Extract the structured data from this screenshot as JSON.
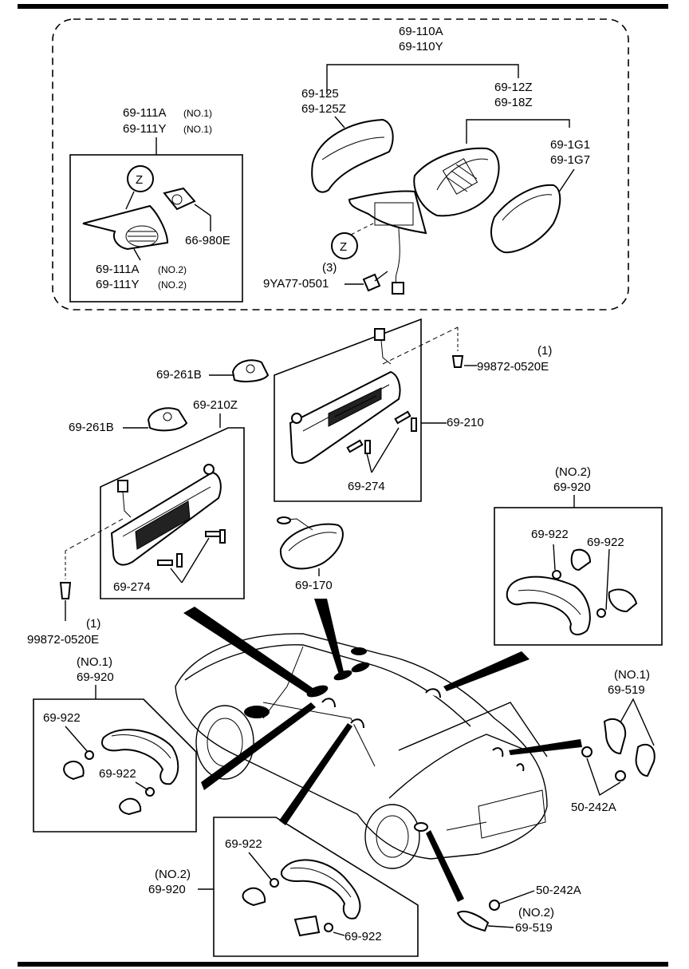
{
  "labels": {
    "mirror_assy": [
      "69-110A",
      "69-110Y"
    ],
    "mirror_cover": [
      "69-125",
      "69-125Z"
    ],
    "mirror_body": [
      "69-12Z",
      "69-18Z"
    ],
    "mirror_glass": [
      "69-1G1",
      "69-1G7"
    ],
    "garnish_no1": [
      "69-111A",
      "(NO.1)",
      "69-111Y",
      "(NO.1)"
    ],
    "garnish_no2": [
      "69-111A",
      "(NO.2)",
      "69-111Y",
      "(NO.2)"
    ],
    "detail_z": "Z",
    "clip_66": "66-980E",
    "bolt_qty": "(3)",
    "bolt": "9YA77-0501",
    "visor_screw_r_qty": "(1)",
    "visor_screw_r": "99872-0520E",
    "holder_a": "69-261B",
    "holder_b": "69-261B",
    "visor_left": "69-210Z",
    "visor_right": "69-210",
    "pin_r": "69-274",
    "pin_l": "69-274",
    "inner_mirror": "69-170",
    "visor_screw_l_qty": "(1)",
    "visor_screw_l": "99872-0520E",
    "grip_r2_tag": "(NO.2)",
    "grip_r2": "69-920",
    "cap_r2a": "69-922",
    "cap_r2b": "69-922",
    "grip_l1_tag": "(NO.1)",
    "grip_l1": "69-920",
    "cap_l1a": "69-922",
    "cap_l1b": "69-922",
    "grip_b2_tag": "(NO.2)",
    "grip_b2": "69-920",
    "cap_b2a": "69-922",
    "cap_b2b": "69-922",
    "hook_no1_tag": "(NO.1)",
    "hook_no1": "69-519",
    "screw_50a": "50-242A",
    "screw_50b": "50-242A",
    "hook_no2_tag": "(NO.2)",
    "hook_no2": "69-519"
  }
}
